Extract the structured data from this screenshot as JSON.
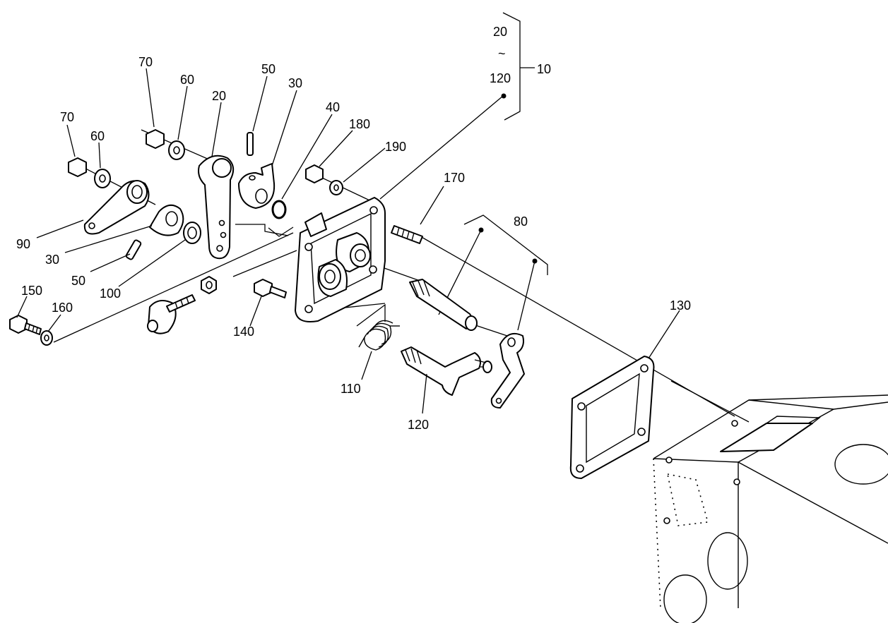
{
  "diagram": {
    "kind": "exploded-parts-view",
    "callouts": [
      {
        "id": "c-20-top",
        "text": "20"
      },
      {
        "id": "c-tilde",
        "text": "~"
      },
      {
        "id": "c-120-top",
        "text": "120"
      },
      {
        "id": "c-10",
        "text": "10"
      },
      {
        "id": "c-70a",
        "text": "70"
      },
      {
        "id": "c-60a",
        "text": "60"
      },
      {
        "id": "c-20",
        "text": "20"
      },
      {
        "id": "c-50a",
        "text": "50"
      },
      {
        "id": "c-30a",
        "text": "30"
      },
      {
        "id": "c-40",
        "text": "40"
      },
      {
        "id": "c-180",
        "text": "180"
      },
      {
        "id": "c-190",
        "text": "190"
      },
      {
        "id": "c-70b",
        "text": "70"
      },
      {
        "id": "c-60b",
        "text": "60"
      },
      {
        "id": "c-170",
        "text": "170"
      },
      {
        "id": "c-80",
        "text": "80"
      },
      {
        "id": "c-90",
        "text": "90"
      },
      {
        "id": "c-30b",
        "text": "30"
      },
      {
        "id": "c-50b",
        "text": "50"
      },
      {
        "id": "c-100",
        "text": "100"
      },
      {
        "id": "c-150",
        "text": "150"
      },
      {
        "id": "c-160",
        "text": "160"
      },
      {
        "id": "c-140",
        "text": "140"
      },
      {
        "id": "c-130",
        "text": "130"
      },
      {
        "id": "c-110",
        "text": "110"
      },
      {
        "id": "c-120",
        "text": "120"
      }
    ]
  }
}
